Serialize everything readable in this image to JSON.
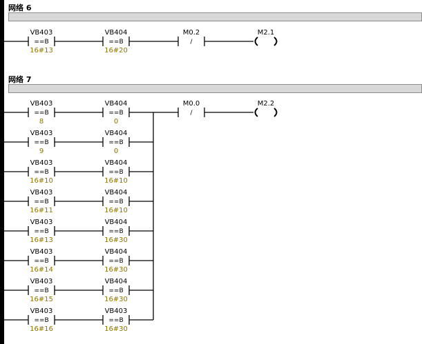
{
  "networks": [
    {
      "title": "网络 6",
      "rungs": [
        {
          "c1": {
            "addr": "VB403",
            "op": "==B",
            "val": "16#13"
          },
          "c2": {
            "addr": "VB404",
            "op": "==B",
            "val": "16#20"
          }
        }
      ],
      "nc": {
        "addr": "M0.2",
        "symbol": "/"
      },
      "coil": {
        "addr": "M2.1"
      }
    },
    {
      "title": "网络 7",
      "rungs": [
        {
          "c1": {
            "addr": "VB403",
            "op": "==B",
            "val": "8"
          },
          "c2": {
            "addr": "VB404",
            "op": "==B",
            "val": "0"
          }
        },
        {
          "c1": {
            "addr": "VB403",
            "op": "==B",
            "val": "9"
          },
          "c2": {
            "addr": "VB404",
            "op": "==B",
            "val": "0"
          }
        },
        {
          "c1": {
            "addr": "VB403",
            "op": "==B",
            "val": "16#10"
          },
          "c2": {
            "addr": "VB404",
            "op": "==B",
            "val": "16#10"
          }
        },
        {
          "c1": {
            "addr": "VB403",
            "op": "==B",
            "val": "16#11"
          },
          "c2": {
            "addr": "VB404",
            "op": "==B",
            "val": "16#10"
          }
        },
        {
          "c1": {
            "addr": "VB403",
            "op": "==B",
            "val": "16#13"
          },
          "c2": {
            "addr": "VB404",
            "op": "==B",
            "val": "16#30"
          }
        },
        {
          "c1": {
            "addr": "VB403",
            "op": "==B",
            "val": "16#14"
          },
          "c2": {
            "addr": "VB404",
            "op": "==B",
            "val": "16#30"
          }
        },
        {
          "c1": {
            "addr": "VB403",
            "op": "==B",
            "val": "16#15"
          },
          "c2": {
            "addr": "VB404",
            "op": "==B",
            "val": "16#30"
          }
        },
        {
          "c1": {
            "addr": "VB403",
            "op": "==B",
            "val": "16#16"
          },
          "c2": {
            "addr": "VB403",
            "op": "==B",
            "val": "16#30"
          }
        }
      ],
      "nc": {
        "addr": "M0.0",
        "symbol": "/"
      },
      "coil": {
        "addr": "M2.2"
      }
    }
  ]
}
